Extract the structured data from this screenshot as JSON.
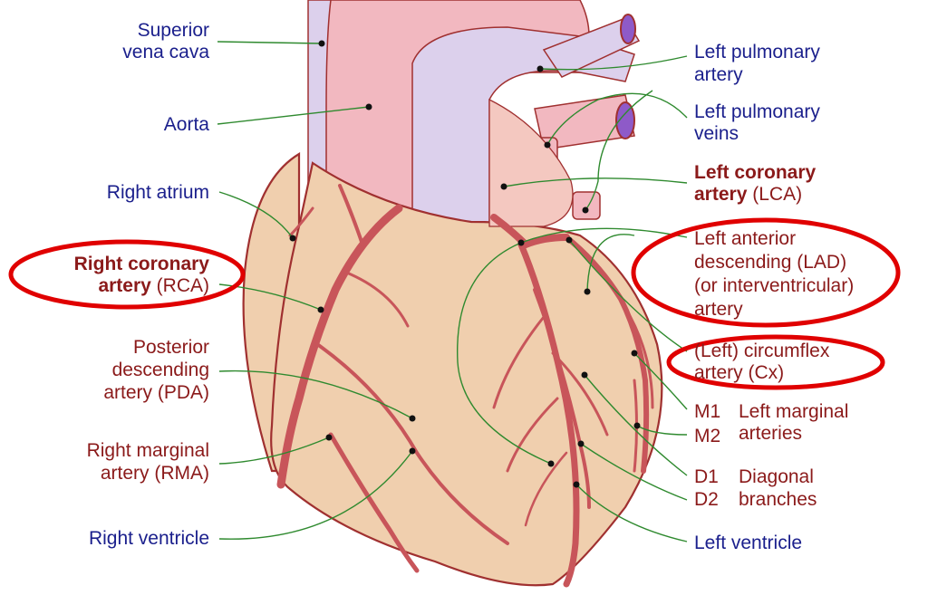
{
  "labels": {
    "svc_l1": "Superior",
    "svc_l2": "vena cava",
    "aorta": "Aorta",
    "right_atrium": "Right atrium",
    "rca_l1": "Right coronary",
    "rca_l2_bold": "artery",
    "rca_l2_rest": " (RCA)",
    "pda_l1": "Posterior",
    "pda_l2": "descending",
    "pda_l3": "artery (PDA)",
    "rma_l1": "Right marginal",
    "rma_l2": "artery (RMA)",
    "right_ventricle": "Right ventricle",
    "lpa_l1": "Left pulmonary",
    "lpa_l2": "artery",
    "lpv_l1": "Left pulmonary",
    "lpv_l2": "veins",
    "lca_l1": "Left coronary",
    "lca_l2_bold": "artery",
    "lca_l2_rest": " (LCA)",
    "lad_l1": "Left anterior",
    "lad_l2": "descending (LAD)",
    "lad_l3": "(or interventricular)",
    "lad_l4": "artery",
    "cx_l1": "(Left) circumflex",
    "cx_l2": "artery (Cx)",
    "m1": "M1",
    "m2": "M2",
    "marginal_l1": "Left marginal",
    "marginal_l2": "arteries",
    "d1": "D1",
    "d2": "D2",
    "diagonal_l1": "Diagonal",
    "diagonal_l2": "branches",
    "left_ventricle": "Left ventricle"
  },
  "colors": {
    "label_blue": "#1a1f8c",
    "label_red": "#8b1a1a",
    "leader_green": "#2f8a2f",
    "highlight_red": "#e00000",
    "heart_muscle": "#f0cfae",
    "vessel_pink": "#f2b8c0",
    "vessel_lavender": "#dcd0ec",
    "artery_red": "#c8555a"
  }
}
